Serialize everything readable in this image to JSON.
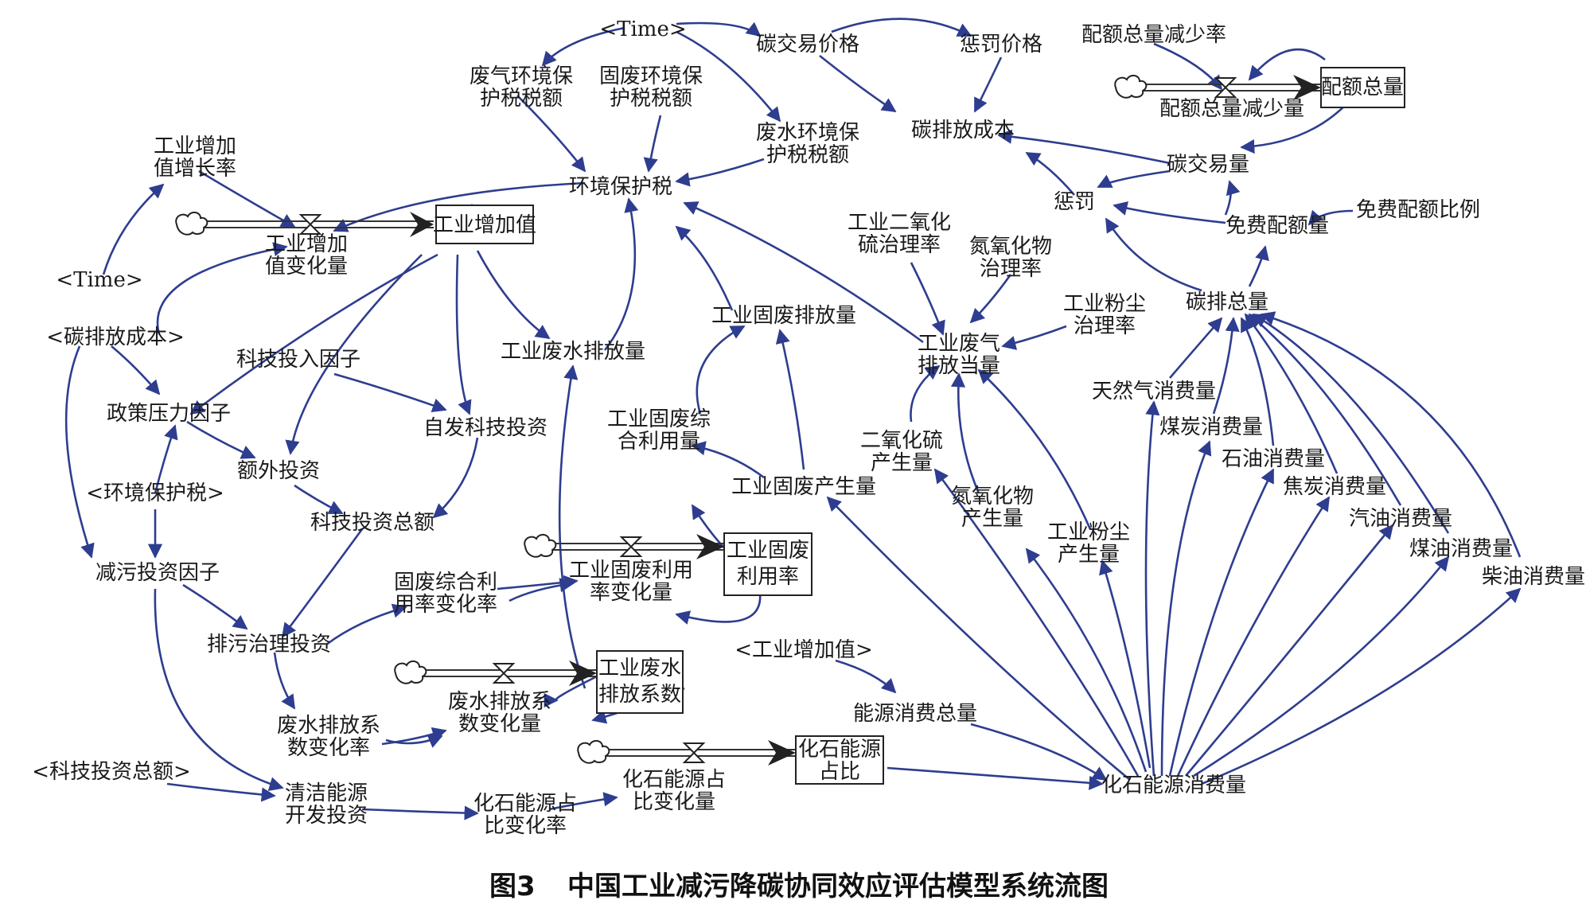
{
  "figure": {
    "caption_number": "图3",
    "caption_title": "中国工业减污降碳协同效应评估模型系统流图"
  },
  "colors": {
    "arrow": "#2e3d8f",
    "text": "#1a1a1a",
    "stock_border": "#222222"
  },
  "stocks": {
    "industrial_value_added": "工业增加值",
    "quota_total": "配额总量",
    "solid_waste_utilization": [
      "工业固废",
      "利用率"
    ],
    "wastewater_coefficient": [
      "工业废水",
      "排放系数"
    ],
    "fossil_share": [
      "化石能源",
      "占比"
    ]
  },
  "nodes": {
    "time_top": "<Time>",
    "time_left": "<Time>",
    "carbon_price": "碳交易价格",
    "penalty_price": "惩罚价格",
    "quota_decrease_rate": "配额总量减少率",
    "quota_decrease": "配额总量减少量",
    "gas_tax": [
      "废气环境保",
      "护税税额"
    ],
    "solid_tax": [
      "固废环境保",
      "护税税额"
    ],
    "water_tax": [
      "废水环境保",
      "护税税额"
    ],
    "carbon_cost": "碳排放成本",
    "carbon_trade": "碳交易量",
    "penalty": "惩罚",
    "free_quota": "免费配额量",
    "free_quota_ratio": "免费配额比例",
    "env_tax": "环境保护税",
    "iva_growth_rate": [
      "工业增加",
      "值增长率"
    ],
    "iva_change": [
      "工业增加",
      "值变化量"
    ],
    "so2_rate": [
      "工业二氧化",
      "硫治理率"
    ],
    "nox_rate": [
      "氮氧化物",
      "治理率"
    ],
    "dust_rate": [
      "工业粉尘",
      "治理率"
    ],
    "carbon_total": "碳排总量",
    "solid_emission": "工业固废排放量",
    "water_emission": "工业废水排放量",
    "gas_equiv": [
      "工业废气",
      "排放当量"
    ],
    "carbon_cost_ref": "<碳排放成本>",
    "tech_factor": "科技投入因子",
    "policy_pressure": "政策压力因子",
    "spont_tech": "自发科技投资",
    "solid_util_amount": [
      "工业固废综",
      "合利用量"
    ],
    "natgas": "天然气消费量",
    "coal": "煤炭消费量",
    "oil": "石油消费量",
    "coke": "焦炭消费量",
    "gasoline": "汽油消费量",
    "kerosene": "煤油消费量",
    "diesel": "柴油消费量",
    "so2_gen": [
      "二氧化硫",
      "产生量"
    ],
    "nox_gen": [
      "氮氧化物",
      "产生量"
    ],
    "dust_gen": [
      "工业粉尘",
      "产生量"
    ],
    "solid_gen": "工业固废产生量",
    "extra_invest": "额外投资",
    "env_tax_ref": "<环境保护税>",
    "tech_total": "科技投资总额",
    "reduce_factor": "减污投资因子",
    "solid_rate_change": [
      "固废综合利",
      "用率变化率"
    ],
    "solid_util_change": [
      "工业固废利用",
      "率变化量"
    ],
    "pollution_invest": "排污治理投资",
    "iva_ref": "<工业增加值>",
    "energy_total": "能源消费总量",
    "water_coef_change": [
      "废水排放系",
      "数变化量"
    ],
    "water_coef_rate": [
      "废水排放系",
      "数变化率"
    ],
    "tech_total_ref": "<科技投资总额>",
    "clean_energy": [
      "清洁能源",
      "开发投资"
    ],
    "fossil_share_rate": [
      "化石能源占",
      "比变化率"
    ],
    "fossil_share_change": [
      "化石能源占",
      "比变化量"
    ],
    "fossil_consumption": "化石能源消费量"
  }
}
